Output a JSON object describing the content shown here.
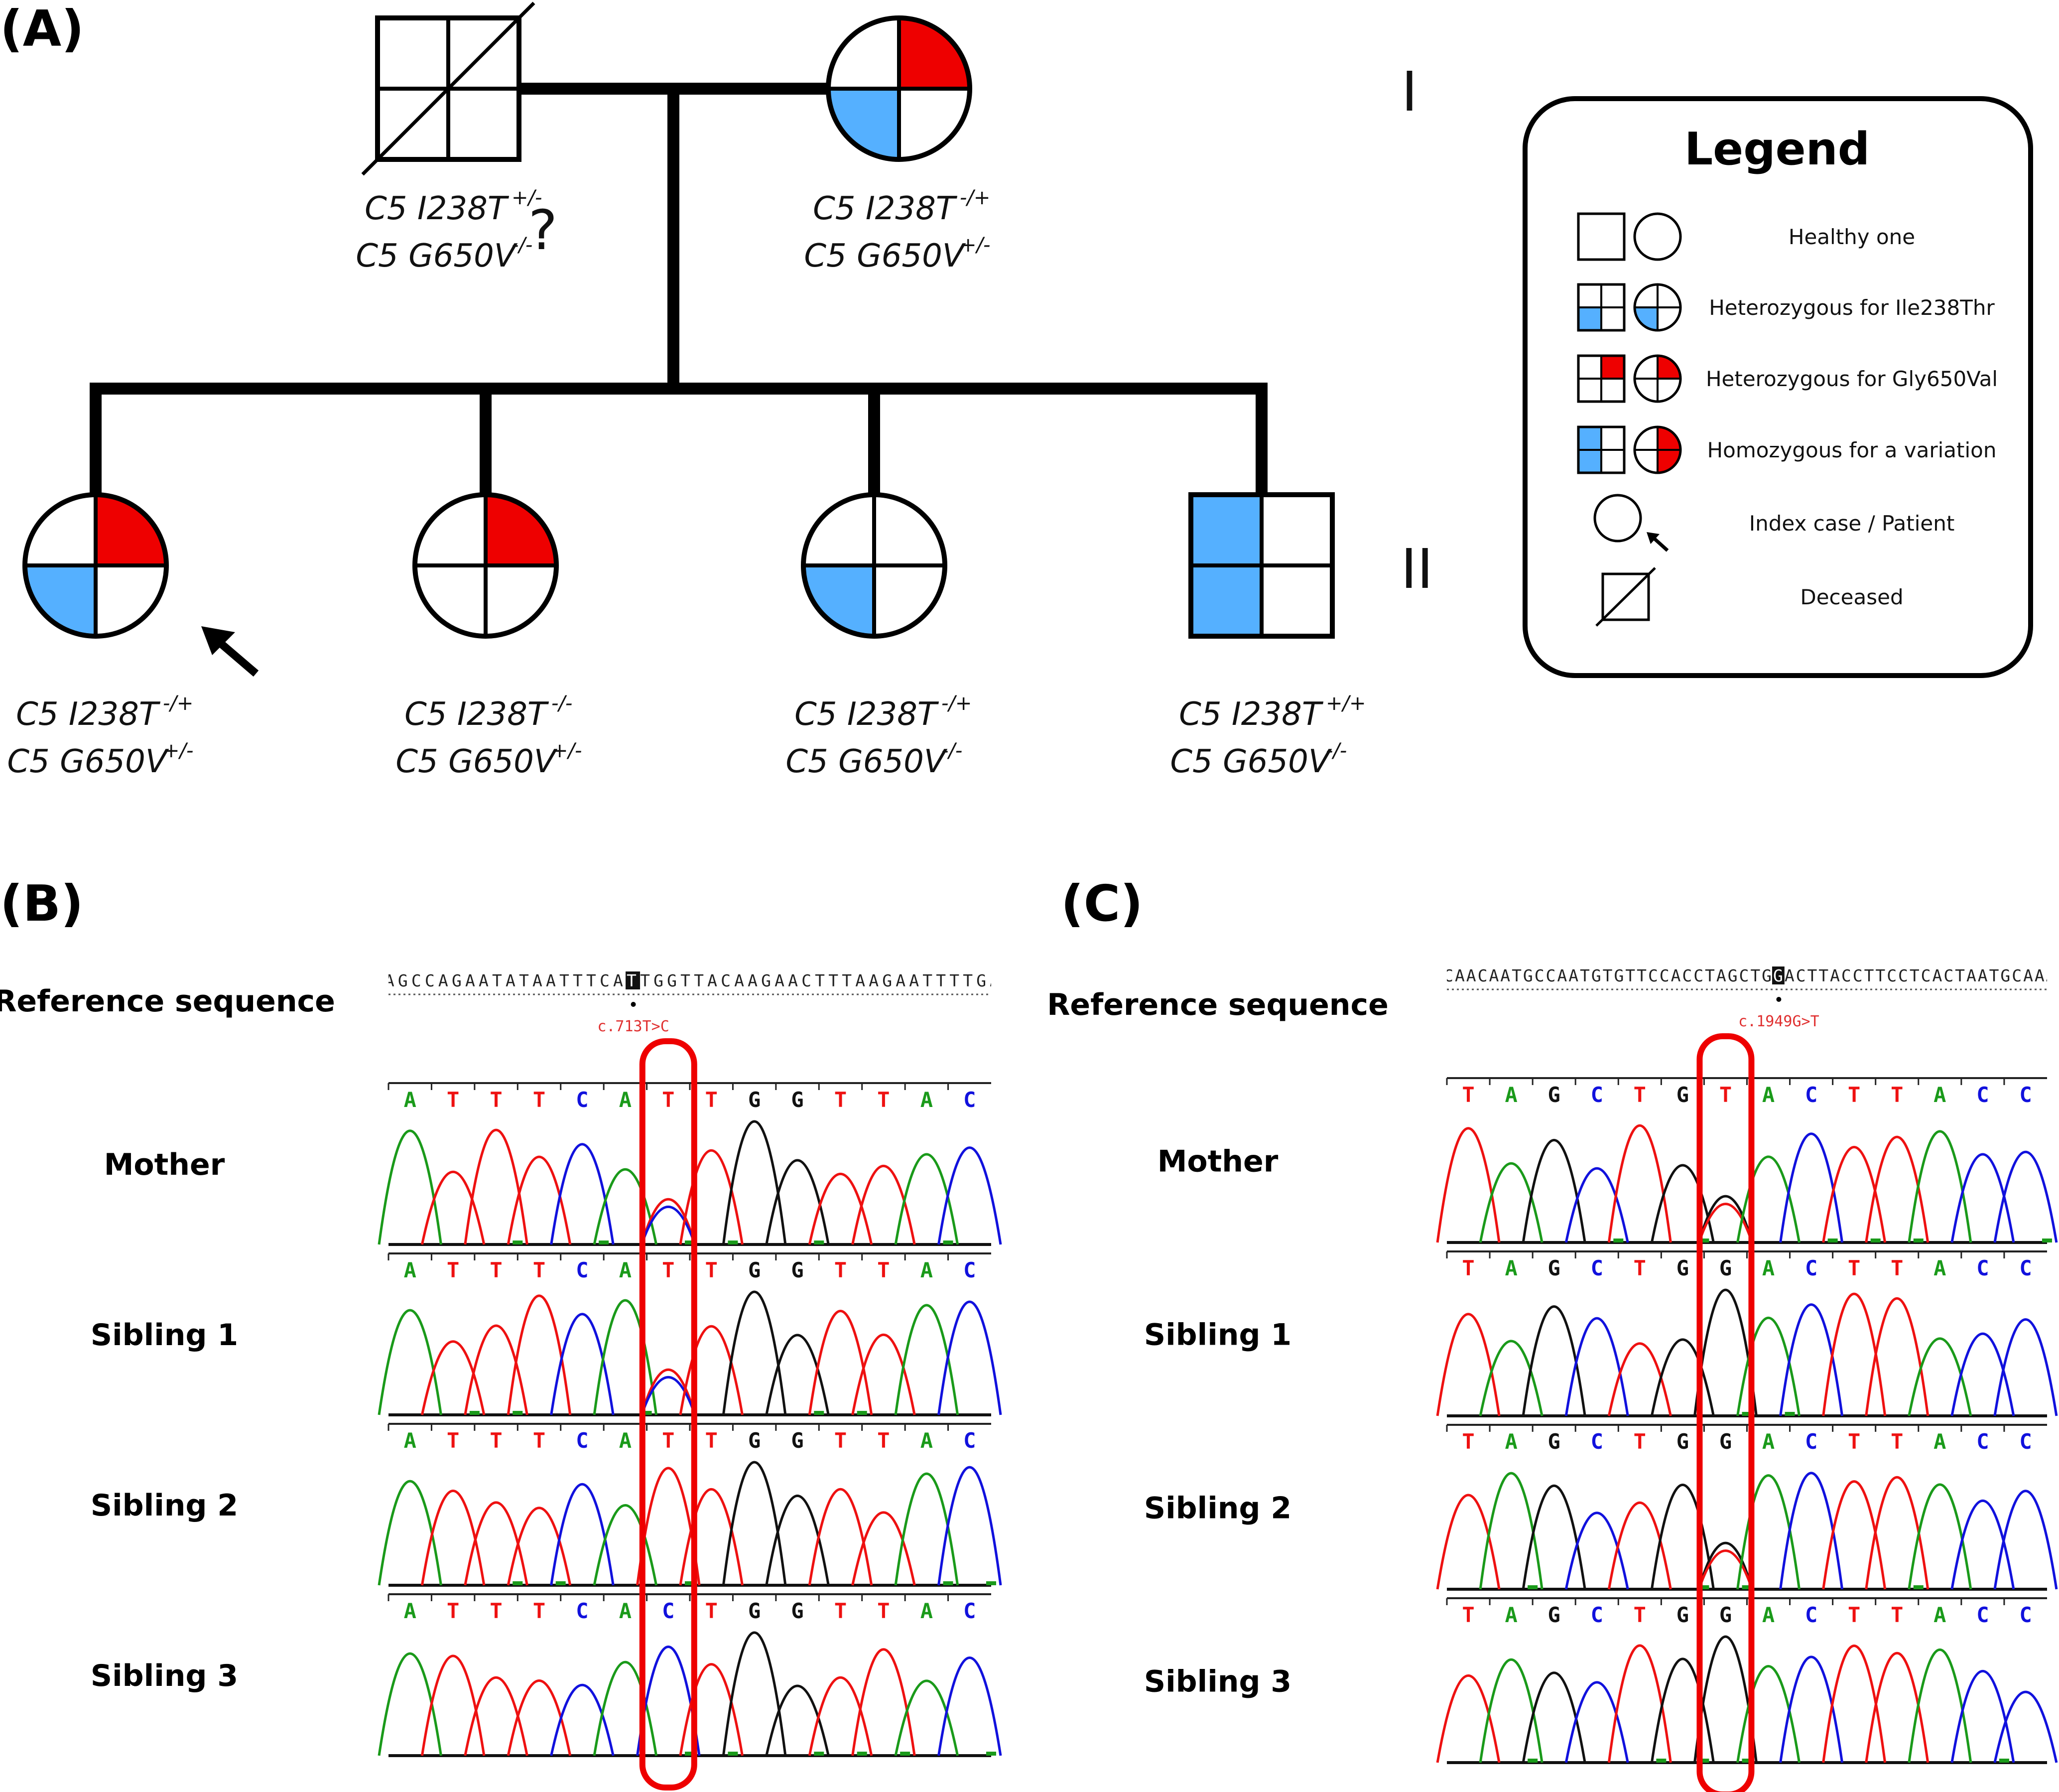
{
  "panels": {
    "a": "(A)",
    "b": "(B)",
    "c": "(C)"
  },
  "colors": {
    "i238t": "#55b0ff",
    "g650v": "#ee0000",
    "highlight": "#ee0000",
    "A": "#1a9a1a",
    "T": "#ee1111",
    "G": "#111111",
    "C": "#1111dd"
  },
  "pedigree": {
    "generations": [
      "I",
      "II"
    ],
    "question_mark": "?",
    "individuals": [
      {
        "id": "father",
        "sex": "male",
        "deceased": true,
        "blue": [],
        "red": [],
        "index_case": false,
        "geno": [
          {
            "base": "C5 I238T",
            "sup": "+/-"
          },
          {
            "base": "C5 G650V",
            "sup": "-/-"
          }
        ]
      },
      {
        "id": "mother",
        "sex": "female",
        "deceased": false,
        "blue": [
          "bl"
        ],
        "red": [
          "tr"
        ],
        "index_case": false,
        "geno": [
          {
            "base": "C5 I238T",
            "sup": "-/+"
          },
          {
            "base": "C5 G650V",
            "sup": "+/-"
          }
        ]
      },
      {
        "id": "child1",
        "sex": "female",
        "deceased": false,
        "blue": [
          "bl"
        ],
        "red": [
          "tr"
        ],
        "index_case": true,
        "geno": [
          {
            "base": "C5 I238T",
            "sup": "-/+"
          },
          {
            "base": "C5 G650V",
            "sup": "+/-"
          }
        ]
      },
      {
        "id": "child2",
        "sex": "female",
        "deceased": false,
        "blue": [],
        "red": [
          "tr"
        ],
        "index_case": false,
        "geno": [
          {
            "base": "C5 I238T",
            "sup": "-/-"
          },
          {
            "base": "C5 G650V",
            "sup": "+/-"
          }
        ]
      },
      {
        "id": "child3",
        "sex": "female",
        "deceased": false,
        "blue": [
          "bl"
        ],
        "red": [],
        "index_case": false,
        "geno": [
          {
            "base": "C5 I238T",
            "sup": "-/+"
          },
          {
            "base": "C5 G650V",
            "sup": "-/-"
          }
        ]
      },
      {
        "id": "child4",
        "sex": "male",
        "deceased": false,
        "blue": [
          "tl",
          "bl"
        ],
        "red": [],
        "index_case": false,
        "geno": [
          {
            "base": "C5 I238T",
            "sup": "+/+"
          },
          {
            "base": "C5 G650V",
            "sup": "-/-"
          }
        ]
      }
    ]
  },
  "legend": {
    "title": "Legend",
    "items": [
      {
        "label": "Healthy one",
        "kind": "healthy"
      },
      {
        "label": "Heterozygous for Ile238Thr",
        "kind": "het_i238t"
      },
      {
        "label": "Heterozygous for Gly650Val",
        "kind": "het_g650v"
      },
      {
        "label": "Homozygous for a variation",
        "kind": "hom"
      },
      {
        "label": "Index case / Patient",
        "kind": "index"
      },
      {
        "label": "Deceased",
        "kind": "deceased"
      }
    ]
  },
  "chromatogram_b": {
    "reference_label": "Reference sequence",
    "reference_sequence": "AGCCAGAATATAATTTCATTGGTTACAAGAACTTTAAGAATTTTGA",
    "variant_label": "c.713T>C",
    "rows": [
      {
        "name": "Mother",
        "bases": [
          "A",
          "T",
          "T",
          "T",
          "C",
          "A",
          "T",
          "T",
          "G",
          "G",
          "T",
          "T",
          "A",
          "C"
        ]
      },
      {
        "name": "Sibling 1",
        "bases": [
          "A",
          "T",
          "T",
          "T",
          "C",
          "A",
          "T",
          "T",
          "G",
          "G",
          "T",
          "T",
          "A",
          "C"
        ]
      },
      {
        "name": "Sibling 2",
        "bases": [
          "A",
          "T",
          "T",
          "T",
          "C",
          "A",
          "T",
          "T",
          "G",
          "G",
          "T",
          "T",
          "A",
          "C"
        ]
      },
      {
        "name": "Sibling 3",
        "bases": [
          "A",
          "T",
          "T",
          "T",
          "C",
          "A",
          "C",
          "T",
          "G",
          "G",
          "T",
          "T",
          "A",
          "C"
        ]
      }
    ]
  },
  "chromatogram_c": {
    "reference_label": "Reference sequence",
    "reference_sequence": "CAACAATGCCAATGTGTTCCACCTAGCTGGACTTACCTTCCTCACTAATGCAAA",
    "variant_label": "c.1949G>T",
    "rows": [
      {
        "name": "Mother",
        "bases": [
          "T",
          "A",
          "G",
          "C",
          "T",
          "G",
          "T",
          "A",
          "C",
          "T",
          "T",
          "A",
          "C",
          "C"
        ]
      },
      {
        "name": "Sibling 1",
        "bases": [
          "T",
          "A",
          "G",
          "C",
          "T",
          "G",
          "G",
          "A",
          "C",
          "T",
          "T",
          "A",
          "C",
          "C"
        ]
      },
      {
        "name": "Sibling 2",
        "bases": [
          "T",
          "A",
          "G",
          "C",
          "T",
          "G",
          "G",
          "A",
          "C",
          "T",
          "T",
          "A",
          "C",
          "C"
        ]
      },
      {
        "name": "Sibling 3",
        "bases": [
          "T",
          "A",
          "G",
          "C",
          "T",
          "G",
          "G",
          "A",
          "C",
          "T",
          "T",
          "A",
          "C",
          "C"
        ]
      }
    ]
  }
}
